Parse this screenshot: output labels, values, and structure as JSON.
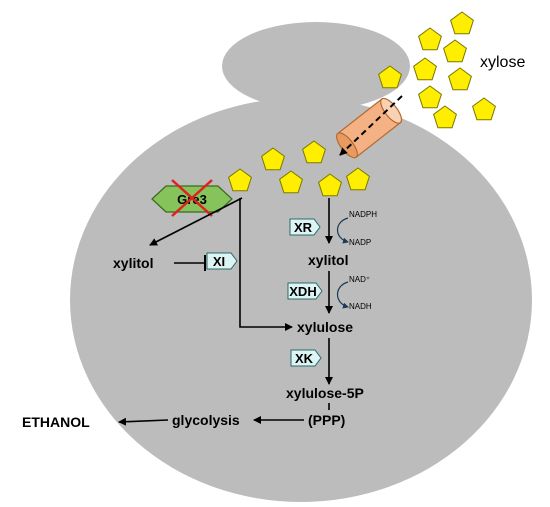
{
  "colors": {
    "cell": "#bcbcbc",
    "pentagon_fill": "#ffee00",
    "pentagon_stroke": "#7a7a00",
    "enzyme_fill": "#ddf4f4",
    "enzyme_stroke": "#2a6a6a",
    "gre3_fill": "#86c35a",
    "gre3_stroke": "#3a6a1e",
    "strike": "#e02020",
    "transporter_fill": "#f4b183",
    "transporter_stroke": "#b36a30",
    "arrow": "#000000"
  },
  "external": {
    "label": "xylose"
  },
  "enzymes": {
    "gre3": "Gre3",
    "xi": "XI",
    "xr": "XR",
    "xdh": "XDH",
    "xk": "XK"
  },
  "cofactors": {
    "nadph": "NADPH",
    "nadp": "NADP",
    "nad_plus": "NAD⁺",
    "nadh": "NADH"
  },
  "metabolites": {
    "xylitol_left": "xylitol",
    "xylitol_main": "xylitol",
    "xylulose": "xylulose",
    "xylulose_5p": "xylulose-5P",
    "ppp": "(PPP)",
    "glycolysis": "glycolysis",
    "ethanol": "ETHANOL"
  }
}
